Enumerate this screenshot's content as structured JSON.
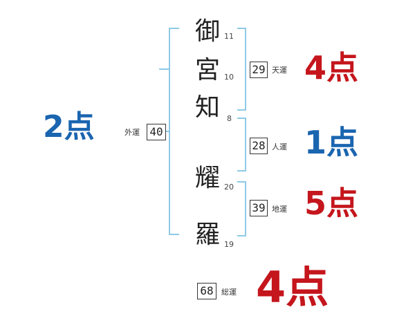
{
  "characters": [
    {
      "char": "御",
      "strokes": "11"
    },
    {
      "char": "宮",
      "strokes": "10"
    },
    {
      "char": "知",
      "strokes": "8"
    },
    {
      "char": "耀",
      "strokes": "20"
    },
    {
      "char": "羅",
      "strokes": "19"
    }
  ],
  "gaiun": {
    "label": "外運",
    "value": "40",
    "score": "2点"
  },
  "tenun": {
    "label": "天運",
    "value": "29",
    "score": "4点"
  },
  "jinun": {
    "label": "人運",
    "value": "28",
    "score": "1点"
  },
  "chiun": {
    "label": "地運",
    "value": "39",
    "score": "5点"
  },
  "souun": {
    "label": "総運",
    "value": "68",
    "score": "4点"
  },
  "colors": {
    "bracket": "#8ec9e6",
    "red": "#c4161c",
    "blue": "#1a65b0",
    "text": "#222222"
  }
}
